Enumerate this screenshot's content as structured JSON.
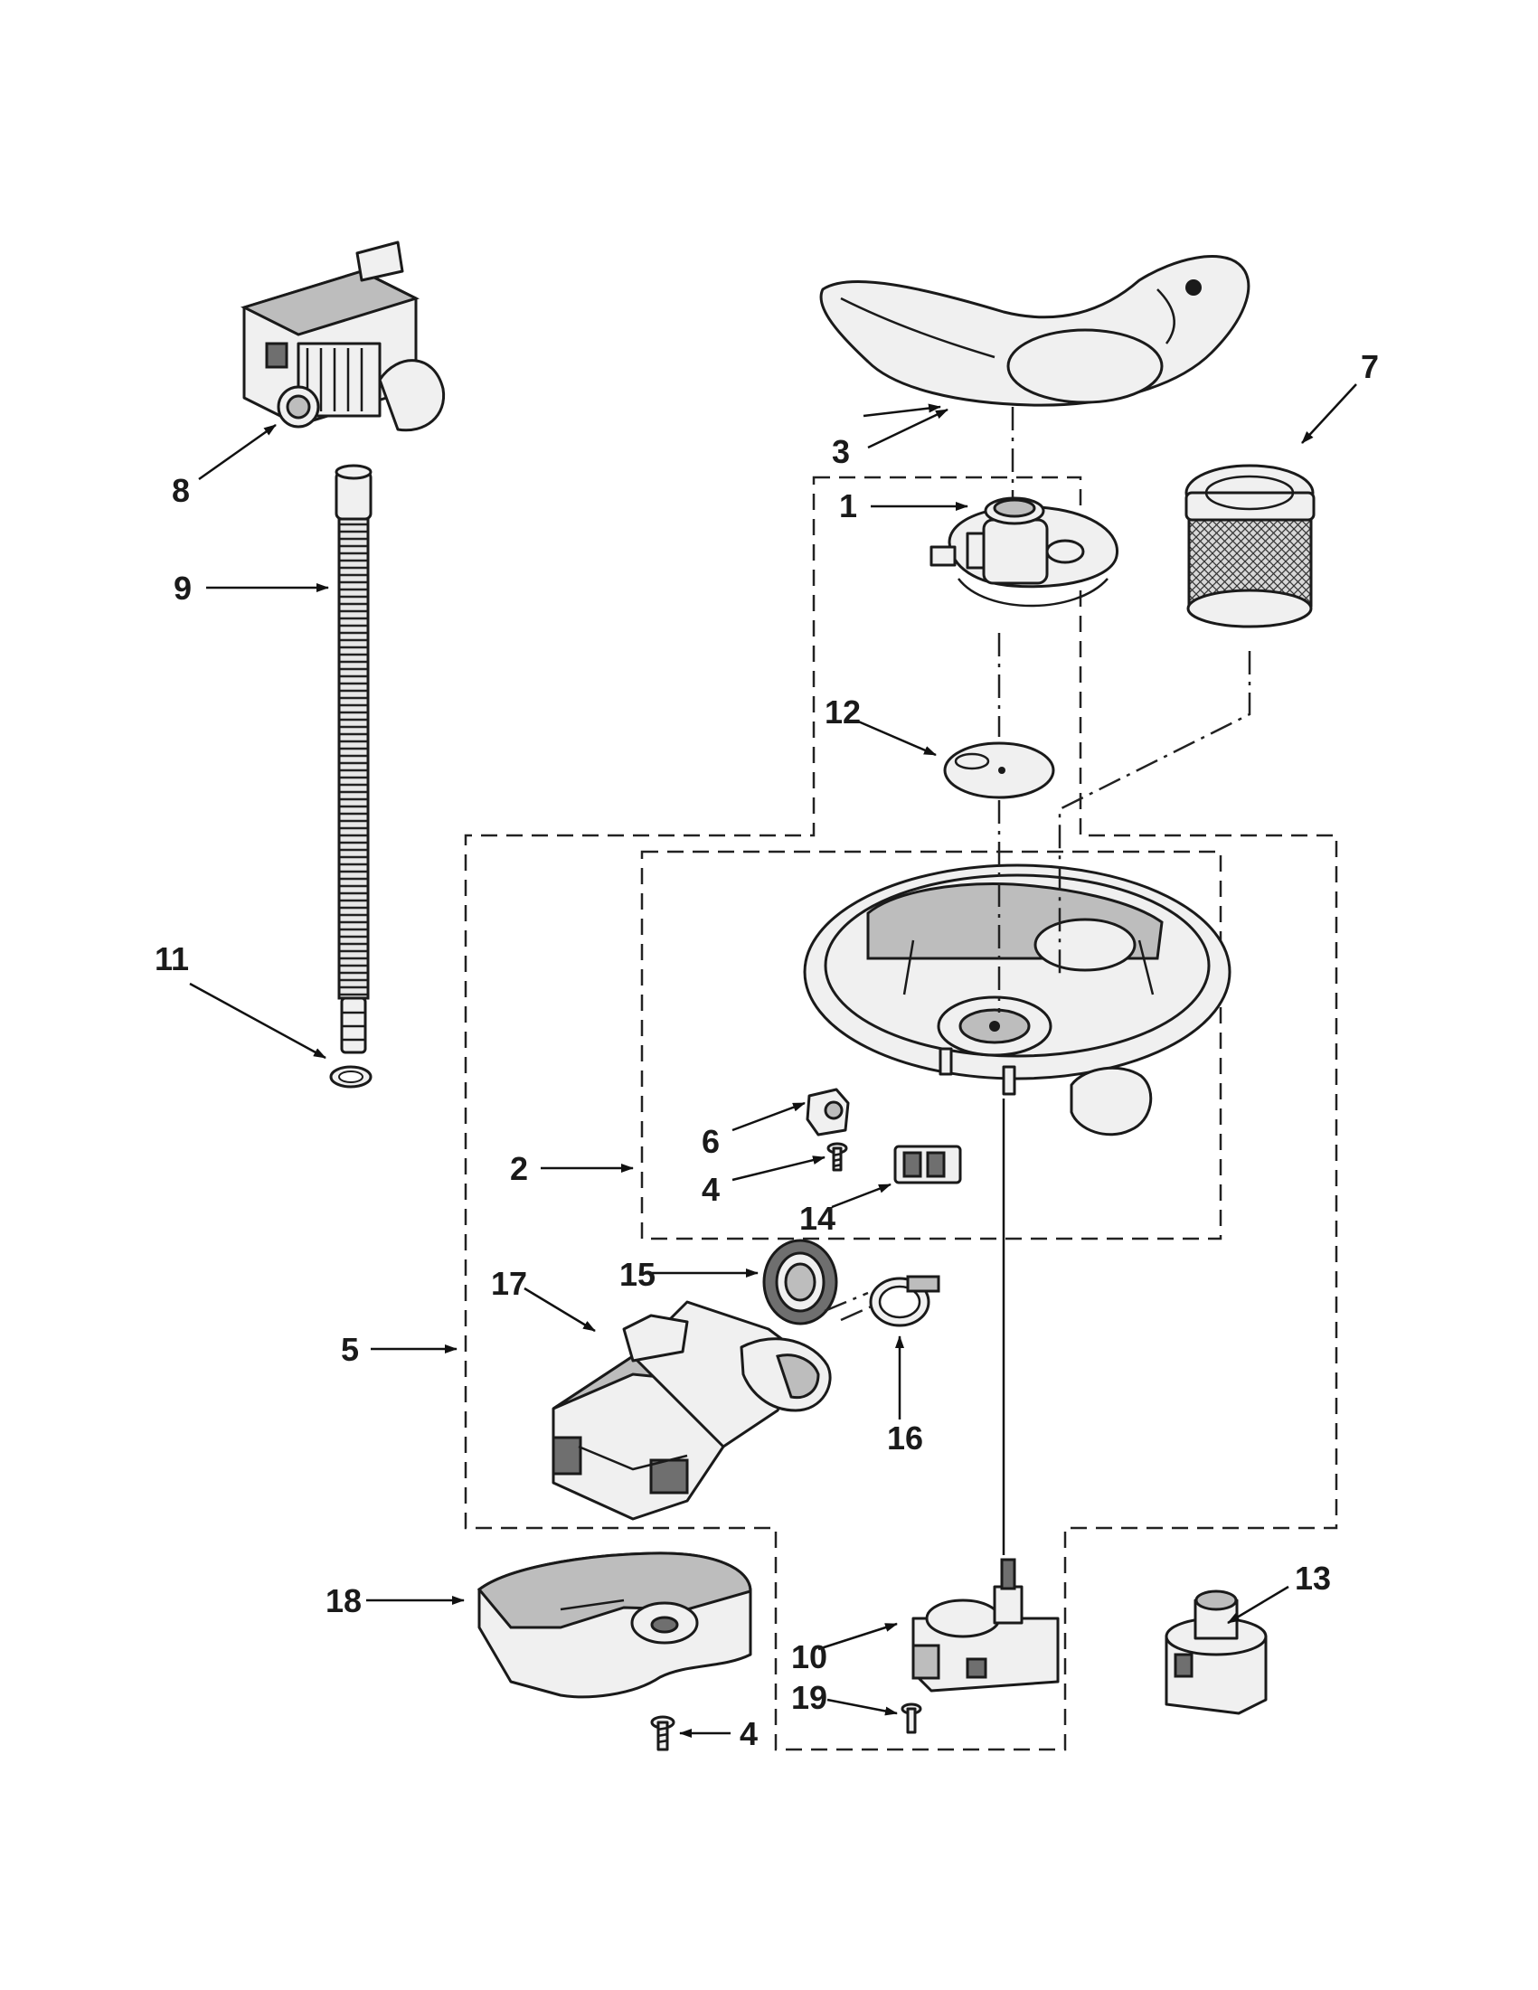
{
  "callouts": {
    "c1": "1",
    "c2": "2",
    "c3": "3",
    "c4a": "4",
    "c4b": "4",
    "c5": "5",
    "c6": "6",
    "c7": "7",
    "c8": "8",
    "c9": "9",
    "c10": "10",
    "c11": "11",
    "c12": "12",
    "c13": "13",
    "c14": "14",
    "c15": "15",
    "c16": "16",
    "c17": "17",
    "c18": "18",
    "c19": "19"
  }
}
